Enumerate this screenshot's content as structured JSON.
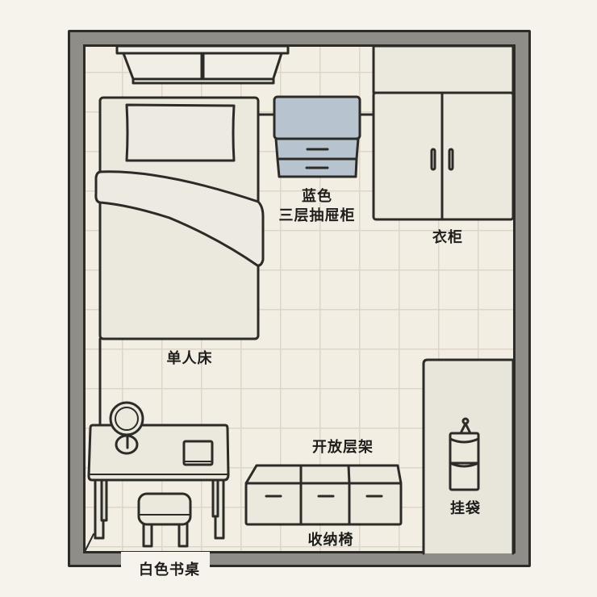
{
  "floorplan": {
    "colors": {
      "wall": "#8f8d88",
      "outline": "#2d2b28",
      "floor": "#f3eee3",
      "grid_line": "#ddd6c8",
      "furniture_fill": "#ebe8dd",
      "drawer_unit_fill": "#b7c3cf",
      "background": "#f6f3ec"
    },
    "labels": {
      "drawer_unit_line1": "蓝色",
      "drawer_unit_line2": "三层抽屉柜",
      "wardrobe": "衣柜",
      "single_bed": "单人床",
      "open_shelf": "开放层架",
      "storage_bench": "收纳椅",
      "white_desk": "白色书桌",
      "hanging_bag": "挂袋"
    },
    "furniture": [
      {
        "id": "window",
        "type": "window"
      },
      {
        "id": "single-bed",
        "label_key": "single_bed"
      },
      {
        "id": "drawer-unit",
        "label_key": "drawer_unit_line2",
        "drawers": 3
      },
      {
        "id": "wardrobe",
        "label_key": "wardrobe",
        "doors": 2
      },
      {
        "id": "desk",
        "label_key": "white_desk",
        "items": [
          "mirror",
          "book"
        ]
      },
      {
        "id": "stool",
        "type": "stool"
      },
      {
        "id": "storage-bench",
        "label_key": "storage_bench",
        "compartments": 3
      },
      {
        "id": "hanging-bag",
        "label_key": "hanging_bag",
        "pockets": 2
      }
    ]
  }
}
